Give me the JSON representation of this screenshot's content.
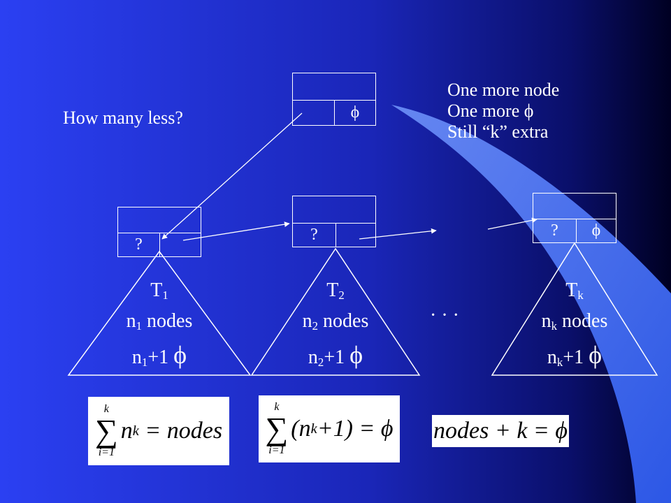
{
  "question": "How many less?",
  "notes": [
    "One more node",
    "One more ϕ",
    "Still “k” extra"
  ],
  "phi": "ϕ",
  "unknown": "?",
  "ellipsis": "· · ·",
  "trees": [
    {
      "name": "T",
      "sub": "1",
      "nodes_n": "n",
      "nodes_sub": "1",
      "nodes_word": "nodes",
      "phi_n": "n",
      "phi_sub": "1",
      "phi_expr": "+1"
    },
    {
      "name": "T",
      "sub": "2",
      "nodes_n": "n",
      "nodes_sub": "2",
      "nodes_word": "nodes",
      "phi_n": "n",
      "phi_sub": "2",
      "phi_expr": "+1"
    },
    {
      "name": "T",
      "sub": "k",
      "nodes_n": "n",
      "nodes_sub": "k",
      "nodes_word": "nodes",
      "phi_n": "n",
      "phi_sub": "k",
      "phi_expr": "+1"
    }
  ],
  "formulas": {
    "f1": {
      "upper": "k",
      "lower": "i=1",
      "body": "n",
      "body_sub": "k",
      "rhs": "= nodes"
    },
    "f2": {
      "upper": "k",
      "lower": "i=1",
      "body": "(n",
      "body_sub": "k",
      "rest": " +1) = ϕ"
    },
    "f3": {
      "text": "nodes + k = ϕ"
    }
  },
  "colors": {
    "bg_left": "#2a3df0",
    "bg_dark": "#00003a",
    "sweep": "#3f6cf2"
  }
}
